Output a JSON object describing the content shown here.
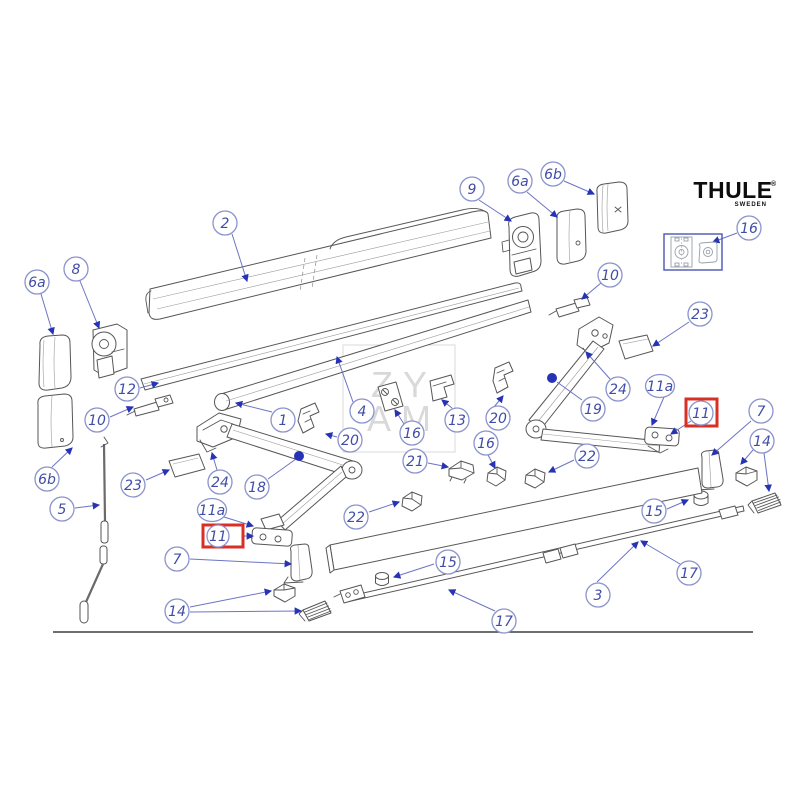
{
  "brand": {
    "name": "THULE",
    "registered": "®",
    "country": "SWEDEN"
  },
  "watermark": {
    "line1": "ZY",
    "line2": "AM"
  },
  "colors": {
    "callout_text": "#3f4da6",
    "callout_ring": "#8a93cc",
    "leader": "#6b74c4",
    "arrow": "#2733b5",
    "highlight_box": "#d93025",
    "linework": "#565656"
  },
  "callouts": [
    {
      "label": "2",
      "highlighted": false
    },
    {
      "label": "9",
      "highlighted": false
    },
    {
      "label": "6a",
      "highlighted": false
    },
    {
      "label": "6b",
      "highlighted": false
    },
    {
      "label": "16",
      "highlighted": false
    },
    {
      "label": "6a",
      "highlighted": false
    },
    {
      "label": "8",
      "highlighted": false
    },
    {
      "label": "10",
      "highlighted": false
    },
    {
      "label": "23",
      "highlighted": false
    },
    {
      "label": "12",
      "highlighted": false
    },
    {
      "label": "10",
      "highlighted": false
    },
    {
      "label": "24",
      "highlighted": false
    },
    {
      "label": "19",
      "highlighted": false
    },
    {
      "label": "11a",
      "highlighted": false
    },
    {
      "label": "11",
      "highlighted": true
    },
    {
      "label": "7",
      "highlighted": false
    },
    {
      "label": "14",
      "highlighted": false
    },
    {
      "label": "1",
      "highlighted": false
    },
    {
      "label": "4",
      "highlighted": false
    },
    {
      "label": "16",
      "highlighted": false
    },
    {
      "label": "13",
      "highlighted": false
    },
    {
      "label": "20",
      "highlighted": false
    },
    {
      "label": "20",
      "highlighted": false
    },
    {
      "label": "16",
      "highlighted": false
    },
    {
      "label": "21",
      "highlighted": false
    },
    {
      "label": "22",
      "highlighted": false
    },
    {
      "label": "23",
      "highlighted": false
    },
    {
      "label": "24",
      "highlighted": false
    },
    {
      "label": "18",
      "highlighted": false
    },
    {
      "label": "11a",
      "highlighted": false
    },
    {
      "label": "11",
      "highlighted": true
    },
    {
      "label": "6b",
      "highlighted": false
    },
    {
      "label": "5",
      "highlighted": false
    },
    {
      "label": "22",
      "highlighted": false
    },
    {
      "label": "7",
      "highlighted": false
    },
    {
      "label": "14",
      "highlighted": false
    },
    {
      "label": "15",
      "highlighted": false
    },
    {
      "label": "3",
      "highlighted": false
    },
    {
      "label": "17",
      "highlighted": false
    },
    {
      "label": "15",
      "highlighted": false
    },
    {
      "label": "17",
      "highlighted": false
    }
  ]
}
